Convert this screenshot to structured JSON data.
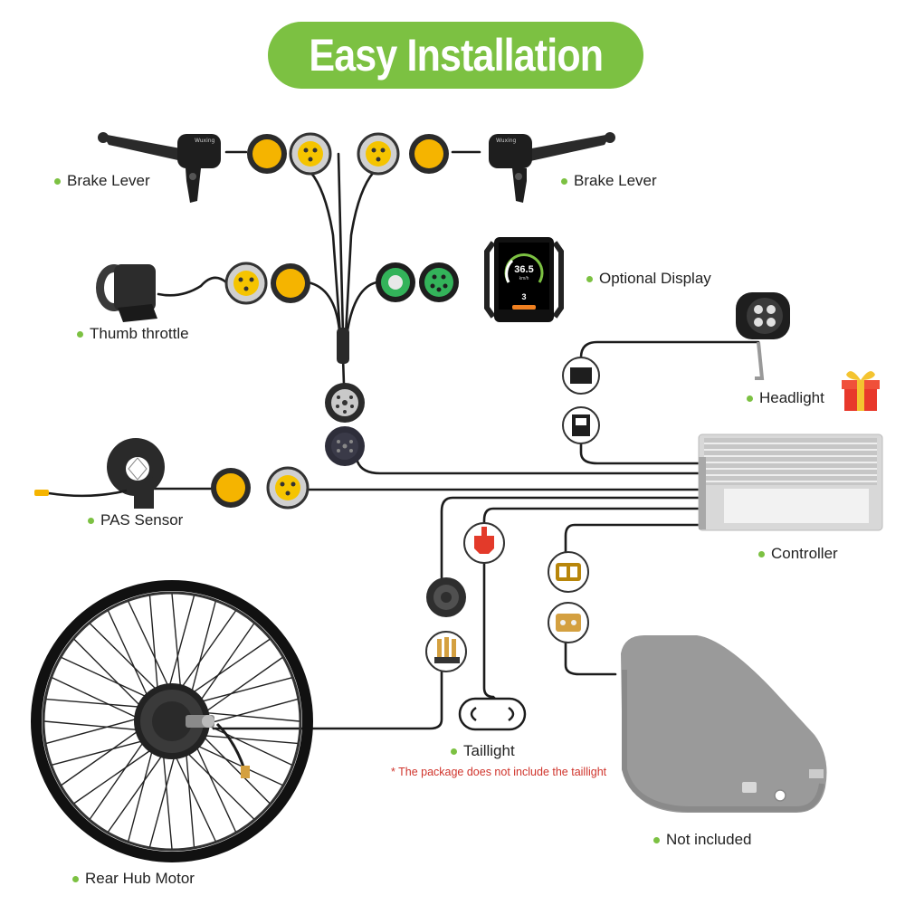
{
  "title": "Easy Installation",
  "colors": {
    "accent": "#7cc142",
    "note": "#d0342c",
    "connector_yellow": "#f5b400",
    "connector_green": "#33b35a"
  },
  "labels": {
    "brake_left": "Brake Lever",
    "brake_right": "Brake Lever",
    "display": "Optional Display",
    "throttle": "Thumb throttle",
    "headlight": "Headlight",
    "pas": "PAS Sensor",
    "controller": "Controller",
    "taillight": "Taillight",
    "taillight_note": "* The package does not include the taillight",
    "battery": "Not included",
    "motor": "Rear Hub Motor"
  },
  "display_screen": {
    "speed": "36.5",
    "unit": "km/h",
    "assist_level": "3"
  },
  "icons": [
    "brake-lever-icon",
    "thumb-throttle-icon",
    "pas-sensor-icon",
    "display-icon",
    "headlight-icon",
    "gift-icon",
    "controller-icon",
    "battery-icon",
    "hub-motor-wheel-icon",
    "taillight-icon"
  ]
}
